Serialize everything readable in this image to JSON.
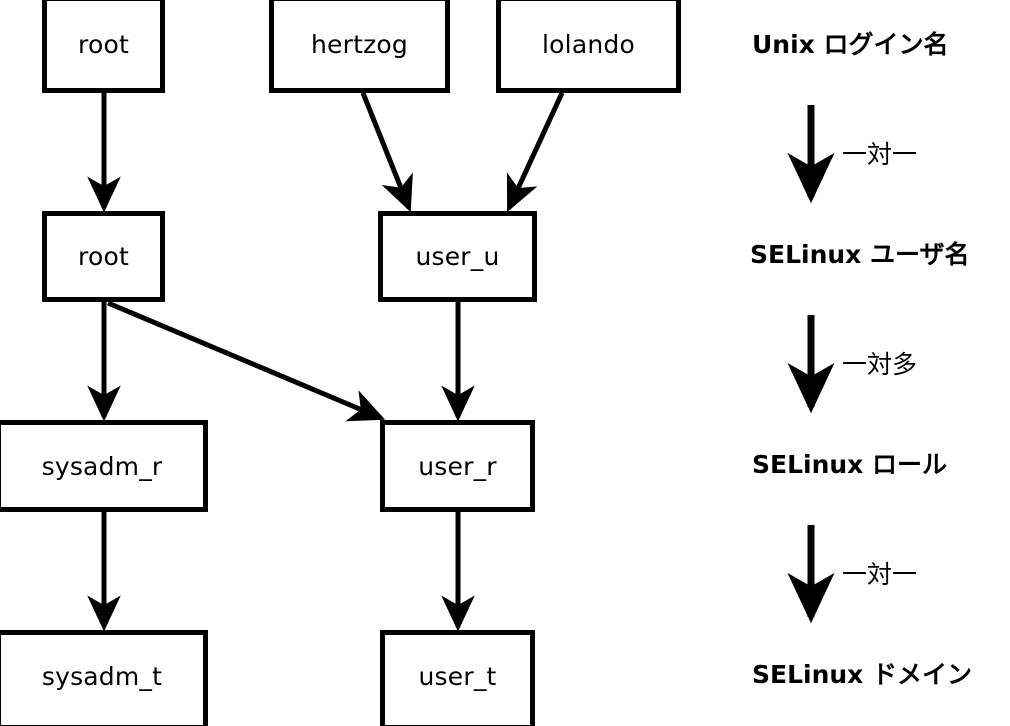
{
  "diagram": {
    "title_text_present": false,
    "background_color": "#ffffff",
    "stroke_color": "#000000",
    "nodes": [
      {
        "id": "login_root",
        "label": "root",
        "column": "left",
        "tier": "unix_login"
      },
      {
        "id": "login_hertzog",
        "label": "hertzog",
        "column": "mid",
        "tier": "unix_login"
      },
      {
        "id": "login_lolando",
        "label": "lolando",
        "column": "right",
        "tier": "unix_login"
      },
      {
        "id": "seuser_root",
        "label": "root",
        "column": "left",
        "tier": "selinux_user"
      },
      {
        "id": "seuser_user_u",
        "label": "user_u",
        "column": "mid",
        "tier": "selinux_user"
      },
      {
        "id": "role_sysadm_r",
        "label": "sysadm_r",
        "column": "left",
        "tier": "selinux_role"
      },
      {
        "id": "role_user_r",
        "label": "user_r",
        "column": "mid",
        "tier": "selinux_role"
      },
      {
        "id": "dom_sysadm_t",
        "label": "sysadm_t",
        "column": "left",
        "tier": "selinux_domain"
      },
      {
        "id": "dom_user_t",
        "label": "user_t",
        "column": "mid",
        "tier": "selinux_domain"
      }
    ],
    "edges": [
      {
        "from": "login_root",
        "to": "seuser_root",
        "kind": "straight"
      },
      {
        "from": "login_hertzog",
        "to": "seuser_user_u",
        "kind": "diagonal"
      },
      {
        "from": "login_lolando",
        "to": "seuser_user_u",
        "kind": "diagonal"
      },
      {
        "from": "seuser_root",
        "to": "role_sysadm_r",
        "kind": "straight"
      },
      {
        "from": "seuser_root",
        "to": "role_user_r",
        "kind": "diagonal"
      },
      {
        "from": "seuser_user_u",
        "to": "role_user_r",
        "kind": "straight"
      },
      {
        "from": "role_sysadm_r",
        "to": "dom_sysadm_t",
        "kind": "straight"
      },
      {
        "from": "role_user_r",
        "to": "dom_user_t",
        "kind": "straight"
      }
    ]
  },
  "legend": {
    "tiers": [
      {
        "key": "unix_login",
        "label": "Unix ログイン名"
      },
      {
        "key": "selinux_user",
        "label": "SELinux ユーザ名"
      },
      {
        "key": "selinux_role",
        "label": "SELinux ロール"
      },
      {
        "key": "selinux_domain",
        "label": "SELinux ドメイン"
      }
    ],
    "cardinalities": [
      {
        "key": "login_to_user",
        "label": "一対一"
      },
      {
        "key": "user_to_role",
        "label": "一対多"
      },
      {
        "key": "role_to_domain",
        "label": "一対一"
      }
    ]
  }
}
